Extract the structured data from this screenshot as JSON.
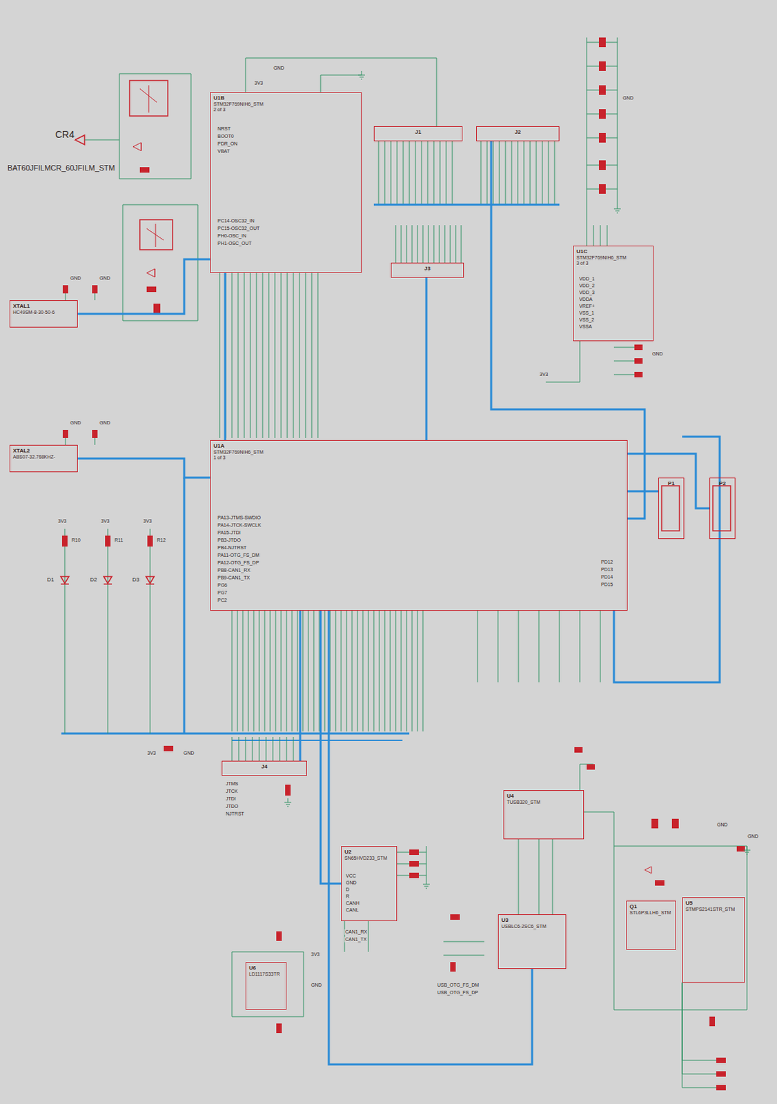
{
  "diagram": {
    "nodes": [
      {
        "text": [
          "U1B",
          "STM32F769NIH6_STM",
          "2 of 3"
        ]
      },
      {
        "text": [
          "J1"
        ]
      },
      {
        "text": [
          "J2"
        ]
      },
      {
        "text": [
          "U1C",
          "STM32F769NIH6_STM",
          "3 of 3"
        ]
      },
      {
        "text": [
          "J3"
        ]
      },
      {
        "text": [
          "U1A",
          "STM32F769NIH6_STM",
          "1 of 3"
        ]
      },
      {
        "text": [
          "P1"
        ]
      },
      {
        "text": [
          "P2"
        ]
      },
      {
        "text": [
          "J4"
        ]
      },
      {
        "text": [
          "U2",
          "SN65HVD233_STM"
        ]
      },
      {
        "text": [
          "U4",
          "TUSB320_STM"
        ]
      },
      {
        "text": [
          "U3",
          "USBLC6-2SC6_STM"
        ]
      },
      {
        "text": [
          "Q1",
          "STL6P3LLH6_STM"
        ]
      },
      {
        "text": [
          "U5",
          "STMPS2141STR_STM"
        ]
      },
      {
        "text": [
          "U6",
          "LD1117S33TR"
        ]
      },
      {
        "text": [
          "XTAL1",
          "HC49SM-8-30-50-6"
        ]
      },
      {
        "text": [
          "XTAL2",
          "ABS07-32.768KHZ-"
        ]
      }
    ],
    "edges": [
      {
        "from": 5,
        "to": 0,
        "arrow": "none"
      },
      {
        "from": 5,
        "to": 4,
        "arrow": "none"
      },
      {
        "from": 2,
        "to": 5,
        "arrow": "none"
      },
      {
        "from": 5,
        "to": 6,
        "arrow": "none"
      },
      {
        "from": 5,
        "to": 7,
        "arrow": "none"
      },
      {
        "from": 5,
        "to": 8,
        "arrow": "none"
      },
      {
        "from": 5,
        "to": 9,
        "arrow": "none"
      },
      {
        "from": 5,
        "to": 11,
        "arrow": "none"
      },
      {
        "from": 15,
        "to": 0,
        "arrow": "none"
      },
      {
        "from": 16,
        "to": 5,
        "arrow": "none"
      }
    ],
    "labels": [
      "CR4",
      "BAT60JFILMCR_60JFILM_STM",
      "NRST",
      "BOOT0",
      "PDR_ON",
      "VBAT",
      "PC14-OSC32_IN",
      "PC15-OSC32_OUT",
      "PH0-OSC_IN",
      "PH1-OSC_OUT",
      "PA13-JTMS-SWDIO",
      "PA14-JTCK-SWCLK",
      "PA15-JTDI",
      "PB3-JTDO",
      "PB4-NJTRST",
      "PA11-OTG_FS_DM",
      "PA12-OTG_FS_DP",
      "PB8-CAN1_RX",
      "PB9-CAN1_TX",
      "PG6",
      "PG7",
      "PC2",
      "PD12",
      "PD13",
      "PD14",
      "PD15",
      "VDD_1",
      "VDD_2",
      "VDD_3",
      "VDDA",
      "VREF+",
      "VSS_1",
      "VSS_2",
      "VSSA",
      "VCC",
      "GND",
      "D",
      "R",
      "CANH",
      "CANL",
      "JTMS",
      "JTCK",
      "JTDI",
      "JTDO",
      "NJTRST",
      "CAN1_RX",
      "CAN1_TX",
      "USB_OTG_FS_DM",
      "USB_OTG_FS_DP",
      "D1",
      "D2",
      "D3",
      "R10",
      "R11",
      "R12",
      "3V3",
      "3V3",
      "3V3",
      "GND",
      "GND",
      "GND",
      "GND",
      "GND",
      "3V3",
      "GND",
      "GND",
      "3V3",
      "3V3",
      "GND",
      "3V3",
      "GND",
      "GND",
      "GND"
    ]
  }
}
